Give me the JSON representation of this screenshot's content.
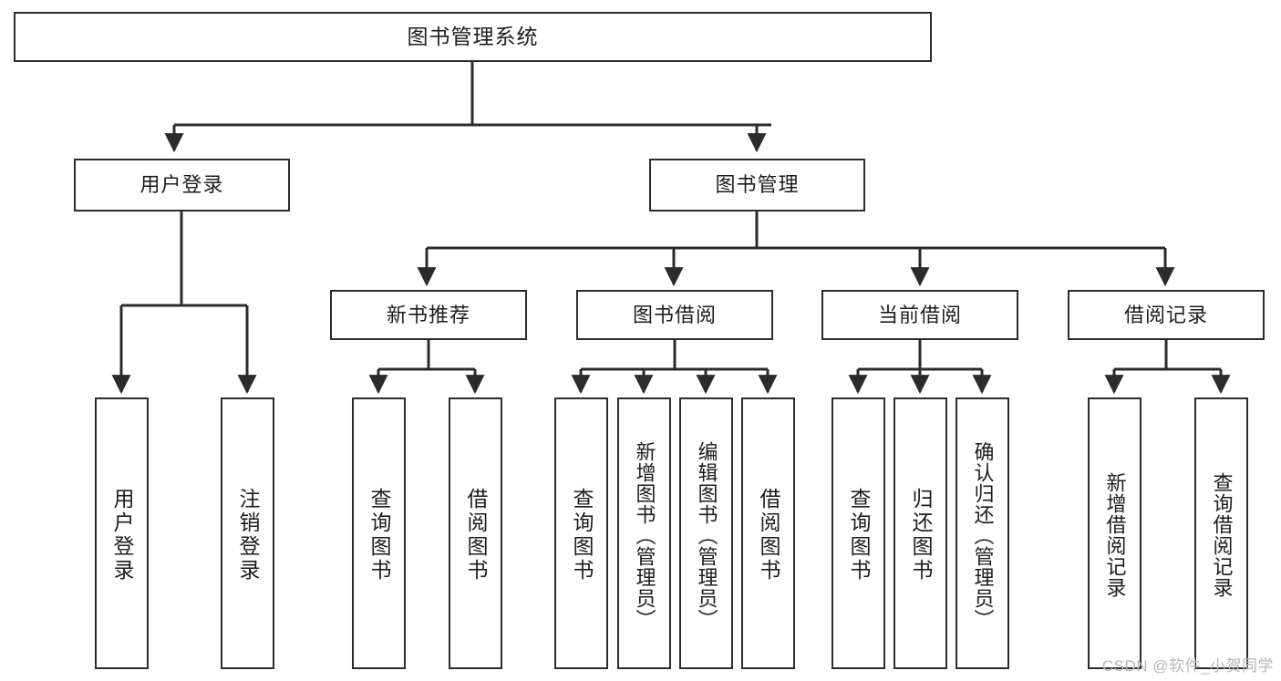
{
  "diagram": {
    "type": "tree",
    "title": "图书管理系统",
    "root": {
      "label": "图书管理系统"
    },
    "level1": [
      {
        "label": "用户登录"
      },
      {
        "label": "图书管理"
      }
    ],
    "level2": [
      {
        "label": "新书推荐"
      },
      {
        "label": "图书借阅"
      },
      {
        "label": "当前借阅"
      },
      {
        "label": "借阅记录"
      }
    ],
    "leaves": {
      "user_login": [
        {
          "label": "用户登录"
        },
        {
          "label": "注销登录"
        }
      ],
      "new_book_recommend": [
        {
          "label": "查询图书"
        },
        {
          "label": "借阅图书"
        }
      ],
      "book_borrow": [
        {
          "label": "查询图书"
        },
        {
          "label": "新增图书（管理员）"
        },
        {
          "label": "编辑图书（管理员）"
        },
        {
          "label": "借阅图书"
        }
      ],
      "current_borrow": [
        {
          "label": "查询图书"
        },
        {
          "label": "归还图书"
        },
        {
          "label": "确认归还（管理员）"
        }
      ],
      "borrow_record": [
        {
          "label": "新增借阅记录"
        },
        {
          "label": "查询借阅记录"
        }
      ]
    }
  },
  "watermark": {
    "text": "CSDN @软件_小贺同学"
  },
  "colors": {
    "stroke": "#2b2b2b",
    "background": "#ffffff",
    "text": "#1d1d1d",
    "watermark": "#b6b6b6"
  }
}
